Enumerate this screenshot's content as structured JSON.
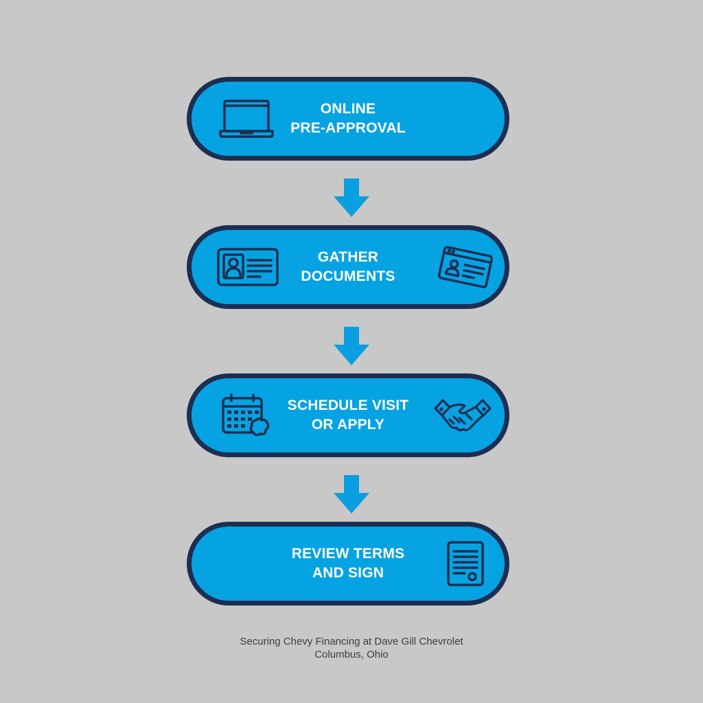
{
  "colors": {
    "background": "#c8c8c8",
    "step_fill": "#06a3e3",
    "step_border": "#1c2f52",
    "arrow": "#0a9fe0",
    "text": "#ffffff",
    "caption": "#3d3d3d"
  },
  "steps": [
    {
      "line1": "ONLINE",
      "line2": "PRE-APPROVAL",
      "icons": [
        "laptop-icon"
      ]
    },
    {
      "line1": "GATHER",
      "line2": "DOCUMENTS",
      "icons": [
        "id-card-icon",
        "online-profile-card-icon"
      ]
    },
    {
      "line1": "SCHEDULE VISIT",
      "line2": "OR APPLY",
      "icons": [
        "calendar-icon",
        "handshake-icon"
      ]
    },
    {
      "line1": "REVIEW TERMS",
      "line2": "AND SIGN",
      "icons": [
        "certificate-document-icon"
      ]
    }
  ],
  "arrows": [
    "down-arrow",
    "down-arrow",
    "down-arrow"
  ],
  "caption": {
    "line1": "Securing Chevy Financing at Dave Gill Chevrolet",
    "line2": "Columbus, Ohio"
  }
}
